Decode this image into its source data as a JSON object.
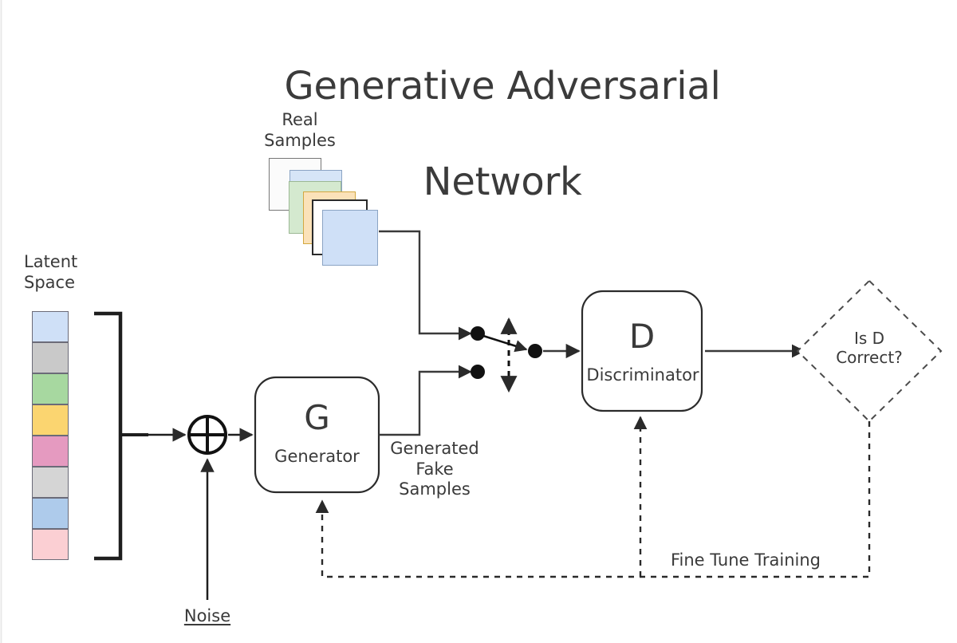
{
  "title": {
    "line1": "Generative Adversarial",
    "line2": "Network"
  },
  "labels": {
    "latent_space": "Latent\nSpace",
    "real_samples": "Real\nSamples",
    "generated_fake_samples": "Generated\nFake\nSamples",
    "noise": "Noise",
    "fine_tune_training": "Fine Tune Training"
  },
  "nodes": {
    "generator": {
      "letter": "G",
      "name": "Generator"
    },
    "discriminator": {
      "letter": "D",
      "name": "Discriminator"
    },
    "decision": {
      "text": "Is D\nCorrect?"
    },
    "combine_operator": "circle-plus"
  },
  "latent_space_cells": [
    {
      "index": 0,
      "color": "#cfe0f7"
    },
    {
      "index": 1,
      "color": "#c9c9c9"
    },
    {
      "index": 2,
      "color": "#a7d8a0"
    },
    {
      "index": 3,
      "color": "#fbd570"
    },
    {
      "index": 4,
      "color": "#e59ac0"
    },
    {
      "index": 5,
      "color": "#d5d5d5"
    },
    {
      "index": 6,
      "color": "#aecbeb"
    },
    {
      "index": 7,
      "color": "#fbcfd3"
    }
  ],
  "real_sample_cards": [
    {
      "index": 0,
      "fill": "#fbfbfb",
      "stroke": "#777777"
    },
    {
      "index": 1,
      "fill": "#d6e5f7",
      "stroke": "#8ba4c4"
    },
    {
      "index": 2,
      "fill": "#d4e9cf",
      "stroke": "#9cb894"
    },
    {
      "index": 3,
      "fill": "#fbe2b9",
      "stroke": "#d3a840"
    },
    {
      "index": 4,
      "fill": "#ffffff",
      "stroke": "#2a2a2a"
    },
    {
      "index": 5,
      "fill": "#cfe0f7",
      "stroke": "#8ba4c4"
    }
  ],
  "colors": {
    "background": "#ffffff",
    "stroke": "#3a3a3a",
    "text": "#3a3a3a",
    "dashed": "#3a3a3a"
  },
  "diagram_meta": {
    "type": "flow-diagram",
    "flow_edges": [
      "Latent Space -> combine-operator",
      "Noise -> combine-operator",
      "combine-operator -> Generator",
      "Generator -> Generated Fake Samples junction",
      "Real Samples -> real junction",
      "real junction -> merge junction",
      "merge junction -> Discriminator",
      "Discriminator -> Is D Correct?",
      "Is D Correct? -> Discriminator (Fine Tune Training, dashed)",
      "Is D Correct? -> Generator (Fine Tune Training, dashed)"
    ]
  }
}
